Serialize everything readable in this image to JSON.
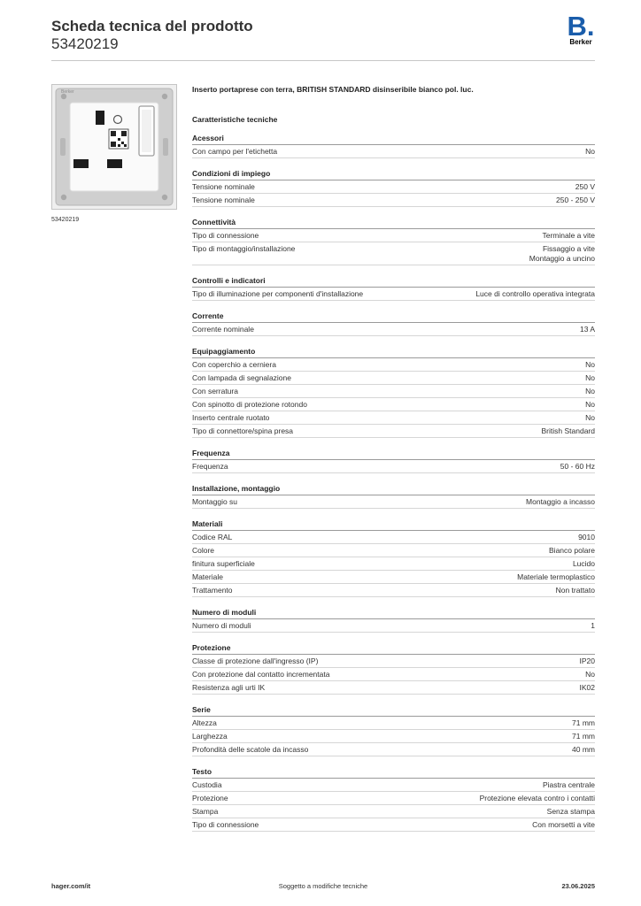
{
  "header": {
    "title": "Scheda tecnica del prodotto",
    "code": "53420219",
    "logo_mark": "B.",
    "logo_text": "Berker"
  },
  "photo": {
    "caption": "53420219",
    "brand_text": "Berker"
  },
  "product_description": "Inserto portaprese con terra, BRITISH STANDARD disinseribile bianco pol. luc.",
  "tech_title": "Caratteristiche tecniche",
  "sections": [
    {
      "title": "Acessori",
      "rows": [
        {
          "k": "Con campo per l'etichetta",
          "v": "No"
        }
      ]
    },
    {
      "title": "Condizioni di impiego",
      "rows": [
        {
          "k": "Tensione nominale",
          "v": "250 V"
        },
        {
          "k": "Tensione nominale",
          "v": "250 - 250 V"
        }
      ]
    },
    {
      "title": "Connettività",
      "rows": [
        {
          "k": "Tipo di connessione",
          "v": "Terminale a vite"
        },
        {
          "k": "Tipo di montaggio/installazione",
          "v": "Fissaggio a vite\nMontaggio a uncino"
        }
      ]
    },
    {
      "title": "Controlli e indicatori",
      "rows": [
        {
          "k": "Tipo di illuminazione per componenti d'installazione",
          "v": "Luce di controllo operativa integrata"
        }
      ]
    },
    {
      "title": "Corrente",
      "rows": [
        {
          "k": "Corrente nominale",
          "v": "13 A"
        }
      ]
    },
    {
      "title": "Equipaggiamento",
      "rows": [
        {
          "k": "Con coperchio a cerniera",
          "v": "No"
        },
        {
          "k": "Con lampada di segnalazione",
          "v": "No"
        },
        {
          "k": "Con serratura",
          "v": "No"
        },
        {
          "k": "Con spinotto di protezione rotondo",
          "v": "No"
        },
        {
          "k": "Inserto centrale ruotato",
          "v": "No"
        },
        {
          "k": "Tipo di connettore/spina presa",
          "v": "British Standard"
        }
      ]
    },
    {
      "title": "Frequenza",
      "rows": [
        {
          "k": "Frequenza",
          "v": "50 - 60 Hz"
        }
      ]
    },
    {
      "title": "Installazione, montaggio",
      "rows": [
        {
          "k": "Montaggio su",
          "v": "Montaggio a incasso"
        }
      ]
    },
    {
      "title": "Materiali",
      "rows": [
        {
          "k": "Codice RAL",
          "v": "9010"
        },
        {
          "k": "Colore",
          "v": "Bianco polare"
        },
        {
          "k": "finitura superficiale",
          "v": "Lucido"
        },
        {
          "k": "Materiale",
          "v": "Materiale termoplastico"
        },
        {
          "k": "Trattamento",
          "v": "Non trattato"
        }
      ]
    },
    {
      "title": "Numero di moduli",
      "rows": [
        {
          "k": "Numero di moduli",
          "v": "1"
        }
      ]
    },
    {
      "title": "Protezione",
      "rows": [
        {
          "k": "Classe di protezione dall'ingresso (IP)",
          "v": "IP20"
        },
        {
          "k": "Con protezione dal contatto incrementata",
          "v": "No"
        },
        {
          "k": "Resistenza agli urti IK",
          "v": "IK02"
        }
      ]
    },
    {
      "title": "Serie",
      "rows": [
        {
          "k": "Altezza",
          "v": "71 mm"
        },
        {
          "k": "Larghezza",
          "v": "71 mm"
        },
        {
          "k": "Profondità delle scatole da incasso",
          "v": "40 mm"
        }
      ]
    },
    {
      "title": "Testo",
      "rows": [
        {
          "k": "Custodia",
          "v": "Piastra centrale"
        },
        {
          "k": "Protezione",
          "v": "Protezione elevata contro i contatti"
        },
        {
          "k": "Stampa",
          "v": "Senza stampa"
        },
        {
          "k": "Tipo di connessione",
          "v": "Con morsetti a vite"
        }
      ]
    }
  ],
  "footer": {
    "left": "hager.com/it",
    "center": "Soggetto a modifiche tecniche",
    "right": "23.06.2025"
  }
}
